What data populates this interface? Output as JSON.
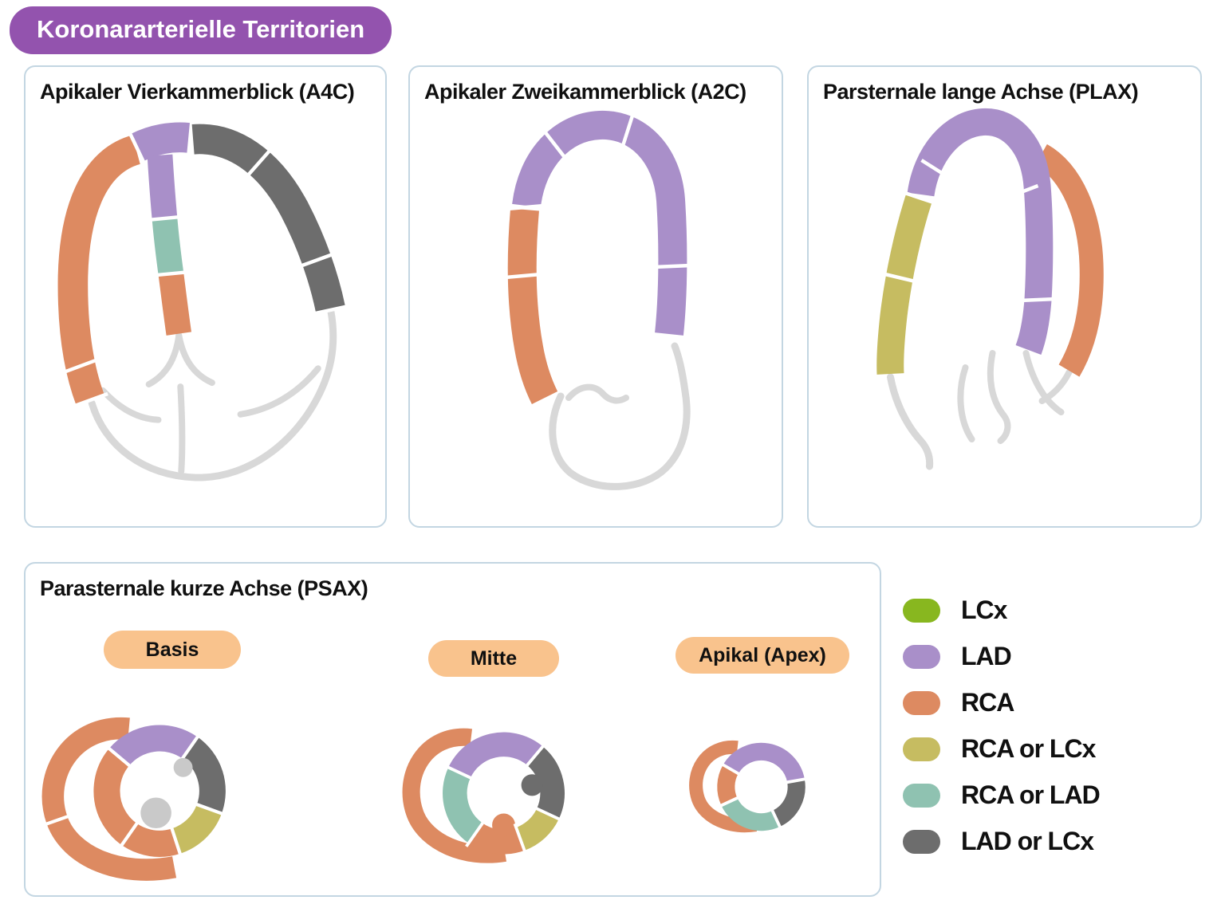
{
  "title": "Koronararterielle Territorien",
  "panels": {
    "a4c": {
      "title": "Apikaler Vierkammerblick (A4C)"
    },
    "a2c": {
      "title": "Apikaler Zweikammerblick (A2C)"
    },
    "plax": {
      "title": "Parsternale lange Achse (PLAX)"
    },
    "psax": {
      "title": "Parasternale kurze Achse (PSAX)",
      "levels": [
        {
          "label": "Basis"
        },
        {
          "label": "Mitte"
        },
        {
          "label": "Apikal (Apex)"
        }
      ]
    }
  },
  "legend": [
    {
      "id": "lcx",
      "label": "LCx",
      "color": "#88b71f"
    },
    {
      "id": "lad",
      "label": "LAD",
      "color": "#a98fc9"
    },
    {
      "id": "rca",
      "label": "RCA",
      "color": "#dd8a61"
    },
    {
      "id": "rca_lcx",
      "label": "RCA or LCx",
      "color": "#c6bc61"
    },
    {
      "id": "rca_lad",
      "label": "RCA or LAD",
      "color": "#8fc2b1"
    },
    {
      "id": "lad_lcx",
      "label": "LAD or LCx",
      "color": "#6d6d6d"
    }
  ],
  "colors": {
    "header_bg": "#9353ae",
    "header_text": "#ffffff",
    "card_border": "#c3d6e2",
    "pill_bg": "#f9c38d",
    "outline": "#d8d8d8",
    "muscle": "#c9c9c9"
  }
}
